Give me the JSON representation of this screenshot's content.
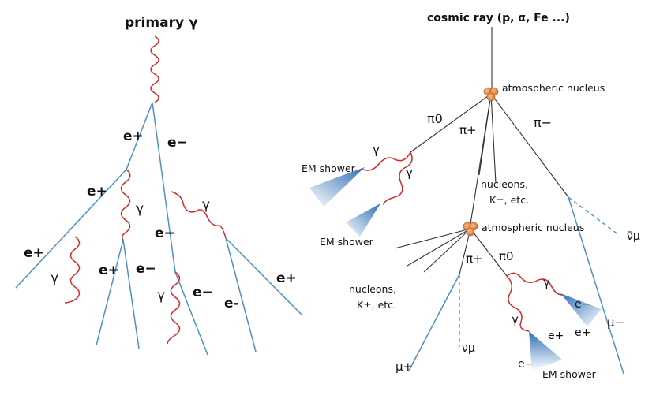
{
  "colors": {
    "particle_line": "#4d8fc7",
    "photon_wave": "#d22a2a",
    "nucleus": "#e8893a",
    "shower_blue": "#2f6fb5"
  },
  "left": {
    "title": "primary γ",
    "labels": {
      "e_plus_top": "e+",
      "e_minus_top": "e−",
      "e_plus_mid": "e+",
      "gamma_mid": "γ",
      "e_minus_mid": "e−",
      "gamma_right": "γ",
      "e_plus_left": "e+",
      "gamma_left": "γ",
      "e_plus_low": "e+",
      "e_minus_low": "e−",
      "gamma_low": "γ",
      "e_minus_low2": "e−",
      "e_minus_low3": "e-",
      "e_plus_right": "e+"
    }
  },
  "right": {
    "title": "cosmic ray (p, α, Fe ...)",
    "labels": {
      "atm_nucleus_1": "atmospheric nucleus",
      "pi0_top": "π0",
      "pi_plus_top": "π+",
      "pi_minus_top": "π−",
      "gamma_a": "γ",
      "gamma_b": "γ",
      "em_shower_1": "EM shower",
      "em_shower_2": "EM shower",
      "nucleons_1a": "nucleons,",
      "nucleons_1b": "K±,  etc.",
      "atm_nucleus_2": "atmospheric nucleus",
      "nu_mu_bar": "ν̄μ",
      "pi_plus_low": "π+",
      "pi0_low": "π0",
      "nucleons_2a": "nucleons,",
      "nucleons_2b": "K±,  etc.",
      "gamma_c": "γ",
      "gamma_d": "γ",
      "e_minus_a": "e−",
      "e_plus_a": "e+",
      "e_plus_b": "e+",
      "e_minus_b": "e−",
      "mu_minus": "μ−",
      "mu_plus": "μ+",
      "nu_mu": "νμ",
      "em_shower_3": "EM shower"
    }
  }
}
